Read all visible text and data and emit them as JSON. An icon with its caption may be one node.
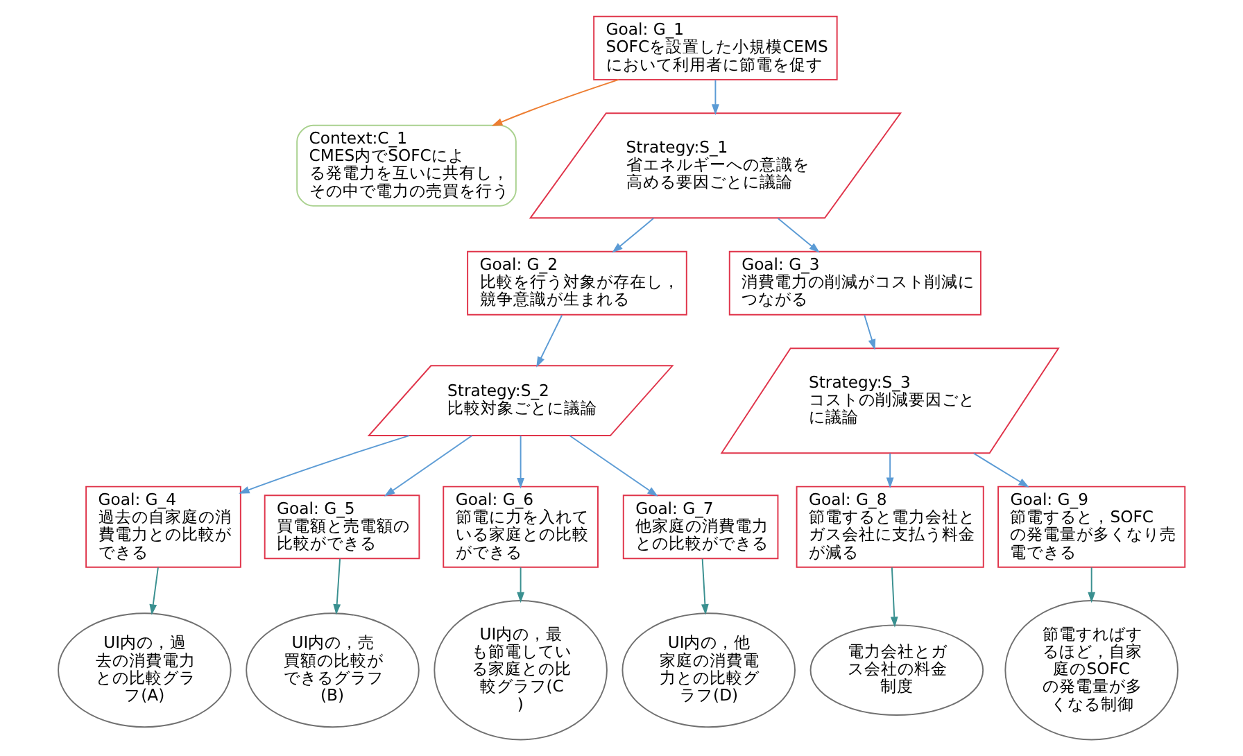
{
  "diagram": {
    "nodes": [
      {
        "text": [
          "Goal: G_1",
          "SOFCを設置した小規模CEMSにおいて利用者に節電を促す"
        ]
      },
      {
        "text": [
          "Context:C_1",
          "CMES内でSOFCによる発電力を互いに共有し，その中で電力の売買を行う"
        ]
      },
      {
        "text": [
          "Strategy:S_1",
          "省エネルギーへの意識を高める要因ごとに議論"
        ]
      },
      {
        "text": [
          "Goal: G_2",
          "比較を行う対象が存在し，競争意識が生まれる"
        ]
      },
      {
        "text": [
          "Goal: G_3",
          "消費電力の削減がコスト削減につながる"
        ]
      },
      {
        "text": [
          "Strategy:S_2",
          "比較対象ごとに議論"
        ]
      },
      {
        "text": [
          "Strategy:S_3",
          "コストの削減要因ごとに議論"
        ]
      },
      {
        "text": [
          "Goal: G_4",
          "過去の自家庭の消費電力との比較ができる"
        ]
      },
      {
        "text": [
          "Goal: G_5",
          "買電額と売電額の比較ができる"
        ]
      },
      {
        "text": [
          "Goal: G_6",
          "節電に力を入れている家庭との比較ができる"
        ]
      },
      {
        "text": [
          "Goal: G_7",
          "他家庭の消費電力との比較ができる"
        ]
      },
      {
        "text": [
          "Goal: G_8",
          "節電すると電力会社とガス会社に支払う料金が減る"
        ]
      },
      {
        "text": [
          "Goal: G_9",
          "節電すると，SOFCの発電量が多くなり売電できる"
        ]
      },
      {
        "text": [
          "UI内の，過去の消費電力との比較グラフ(A)"
        ]
      },
      {
        "text": [
          "UI内の，売買額の比較ができるグラフ(B)"
        ]
      },
      {
        "text": [
          "UI内の，最も節電している家庭との比較グラフ(C)"
        ]
      },
      {
        "text": [
          "UI内の，他家庭の消費電力との比較グラフ(D)"
        ]
      },
      {
        "text": [
          "電力会社とガス会社の料金制度"
        ]
      },
      {
        "text": [
          "節電すればするほど，自家庭のSOFCの発電量が多くなる制御"
        ]
      }
    ],
    "edges": [
      {
        "from": 0,
        "to": 1,
        "arrow": "to",
        "color": "#ed7d31"
      },
      {
        "from": 0,
        "to": 2,
        "arrow": "to"
      },
      {
        "from": 2,
        "to": 3,
        "arrow": "to"
      },
      {
        "from": 2,
        "to": 4,
        "arrow": "to"
      },
      {
        "from": 3,
        "to": 5,
        "arrow": "to"
      },
      {
        "from": 4,
        "to": 6,
        "arrow": "to"
      },
      {
        "from": 5,
        "to": 7,
        "arrow": "to"
      },
      {
        "from": 5,
        "to": 8,
        "arrow": "to"
      },
      {
        "from": 5,
        "to": 9,
        "arrow": "to"
      },
      {
        "from": 5,
        "to": 10,
        "arrow": "to"
      },
      {
        "from": 6,
        "to": 11,
        "arrow": "to"
      },
      {
        "from": 6,
        "to": 12,
        "arrow": "to"
      },
      {
        "from": 7,
        "to": 13,
        "arrow": "to",
        "color": "#3a9090"
      },
      {
        "from": 8,
        "to": 14,
        "arrow": "to",
        "color": "#3a9090"
      },
      {
        "from": 9,
        "to": 15,
        "arrow": "to",
        "color": "#3a9090"
      },
      {
        "from": 10,
        "to": 16,
        "arrow": "to",
        "color": "#3a9090"
      },
      {
        "from": 11,
        "to": 17,
        "arrow": "to",
        "color": "#3a9090"
      },
      {
        "from": 12,
        "to": 18,
        "arrow": "to",
        "color": "#3a9090"
      }
    ]
  }
}
